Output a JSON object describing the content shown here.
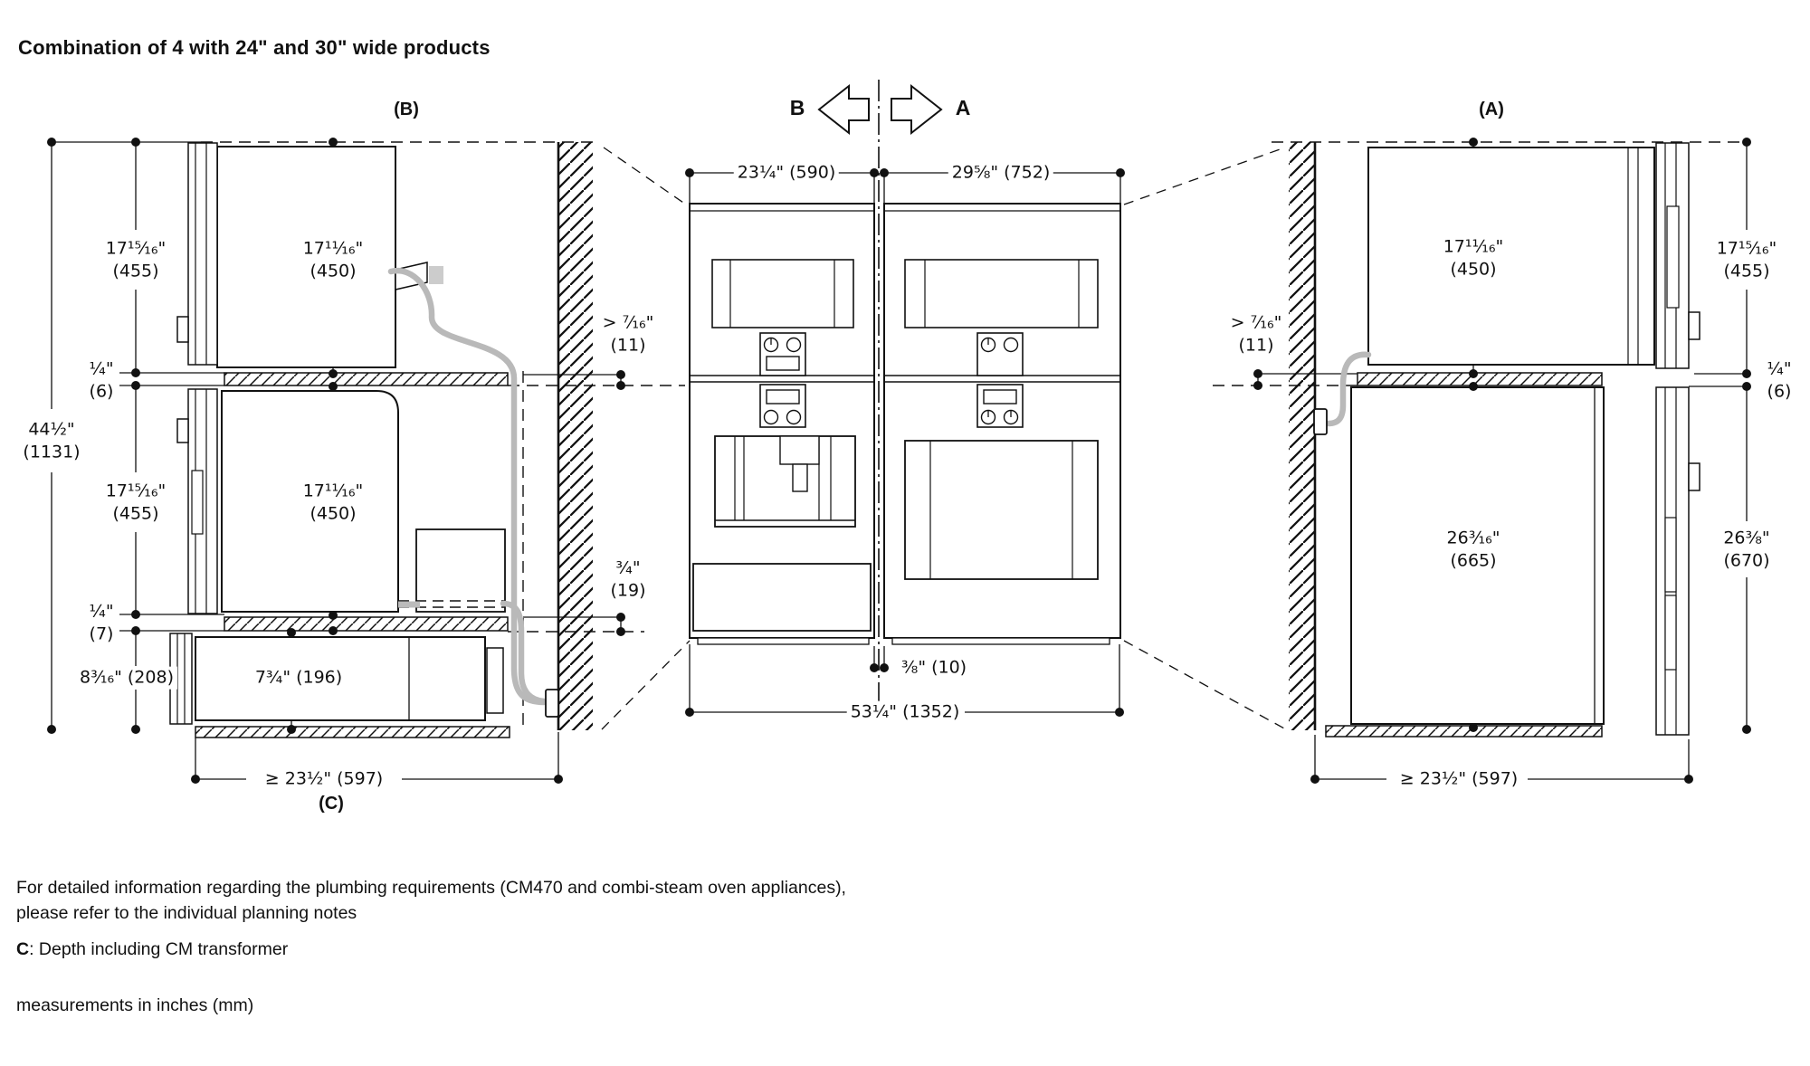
{
  "title": "Combination of 4 with 24\" and 30\" wide products",
  "b": {
    "label": "(B)",
    "overall_in": "44½\"",
    "overall_mm": "(1131)",
    "upper_niche_in": "17¹⁵⁄₁₆\"",
    "upper_niche_mm": "(455)",
    "reveal_top_in": "¼\"",
    "reveal_top_mm": "(6)",
    "lower_niche_in": "17¹⁵⁄₁₆\"",
    "lower_niche_mm": "(455)",
    "reveal_bottom_in": "¼\"",
    "reveal_bottom_mm": "(7)",
    "drawer_niche": "8³⁄₁₆\" (208)",
    "oven_top_in": "17¹¹⁄₁₆\"",
    "oven_top_mm": "(450)",
    "oven_mid_in": "17¹¹⁄₁₆\"",
    "oven_mid_mm": "(450)",
    "drawer_front": "7¾\" (196)",
    "depth": "≥ 23½\" (597)",
    "depth_note": "(C)",
    "wall_gap_in": "> ⁷⁄₁₆\"",
    "wall_gap_mm": "(11)",
    "shelf_in": "¾\"",
    "shelf_mm": "(19)"
  },
  "center": {
    "dir_left": "B",
    "dir_right": "A",
    "width_left": "23¼\" (590)",
    "width_right": "29⅝\" (752)",
    "gap": "⅜\" (10)",
    "total_width": "53¼\" (1352)"
  },
  "a": {
    "label": "(A)",
    "oven_in": "17¹¹⁄₁₆\"",
    "oven_mm": "(450)",
    "niche_in": "17¹⁵⁄₁₆\"",
    "niche_mm": "(455)",
    "reveal_in": "¼\"",
    "reveal_mm": "(6)",
    "wall_gap_in": "> ⁷⁄₁₆\"",
    "wall_gap_mm": "(11)",
    "lower_center_in": "26³⁄₁₆\"",
    "lower_center_mm": "(665)",
    "lower_right_in": "26⅜\"",
    "lower_right_mm": "(670)",
    "depth": "≥ 23½\" (597)"
  },
  "footer": {
    "line1": "For detailed information regarding the plumbing requirements (CM470 and combi-steam oven appliances),",
    "line2": "please refer to the individual planning notes",
    "c_term": "C",
    "c_text": ": Depth including CM transformer",
    "units": "measurements in inches (mm)"
  }
}
